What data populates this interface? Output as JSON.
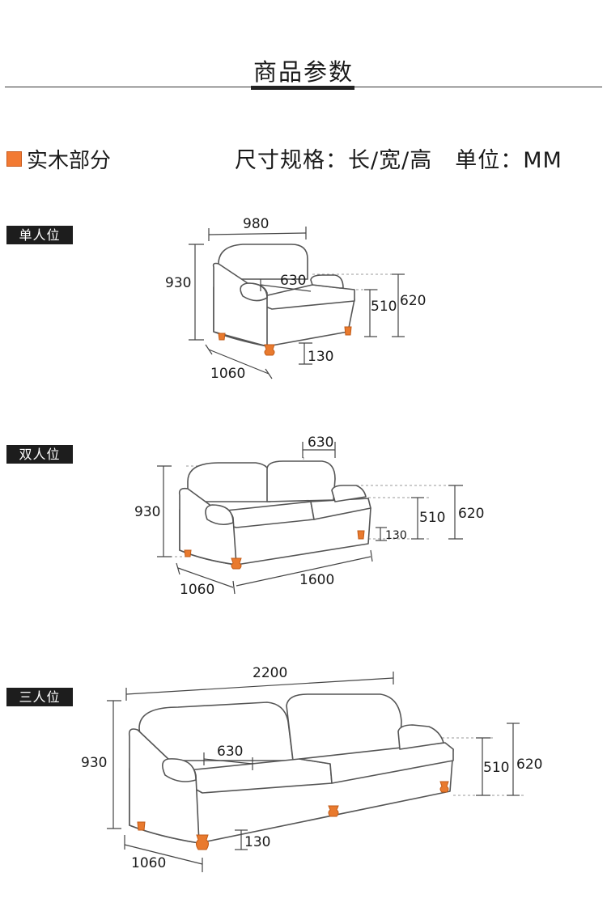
{
  "header": {
    "title": "商品参数"
  },
  "section": {
    "label": "实木部分",
    "spec": "尺寸规格：长/宽/高　单位：MM"
  },
  "colors": {
    "accent": "#f27a33",
    "leg": "#e97a2e",
    "tag_bg": "#1d1d1d"
  },
  "single": {
    "tag": "单人位",
    "width": "980",
    "height": "930",
    "seat_depth": "630",
    "seat_height": "510",
    "arm_height": "620",
    "leg_height": "130",
    "depth": "1060"
  },
  "double": {
    "tag": "双人位",
    "seat_depth": "630",
    "height": "930",
    "seat_height": "510",
    "arm_height": "620",
    "leg_height": "130",
    "depth": "1060",
    "length": "1600"
  },
  "triple": {
    "tag": "三人位",
    "length": "2200",
    "seat_depth": "630",
    "height": "930",
    "seat_height": "510",
    "arm_height": "620",
    "leg_height": "130",
    "depth": "1060"
  }
}
